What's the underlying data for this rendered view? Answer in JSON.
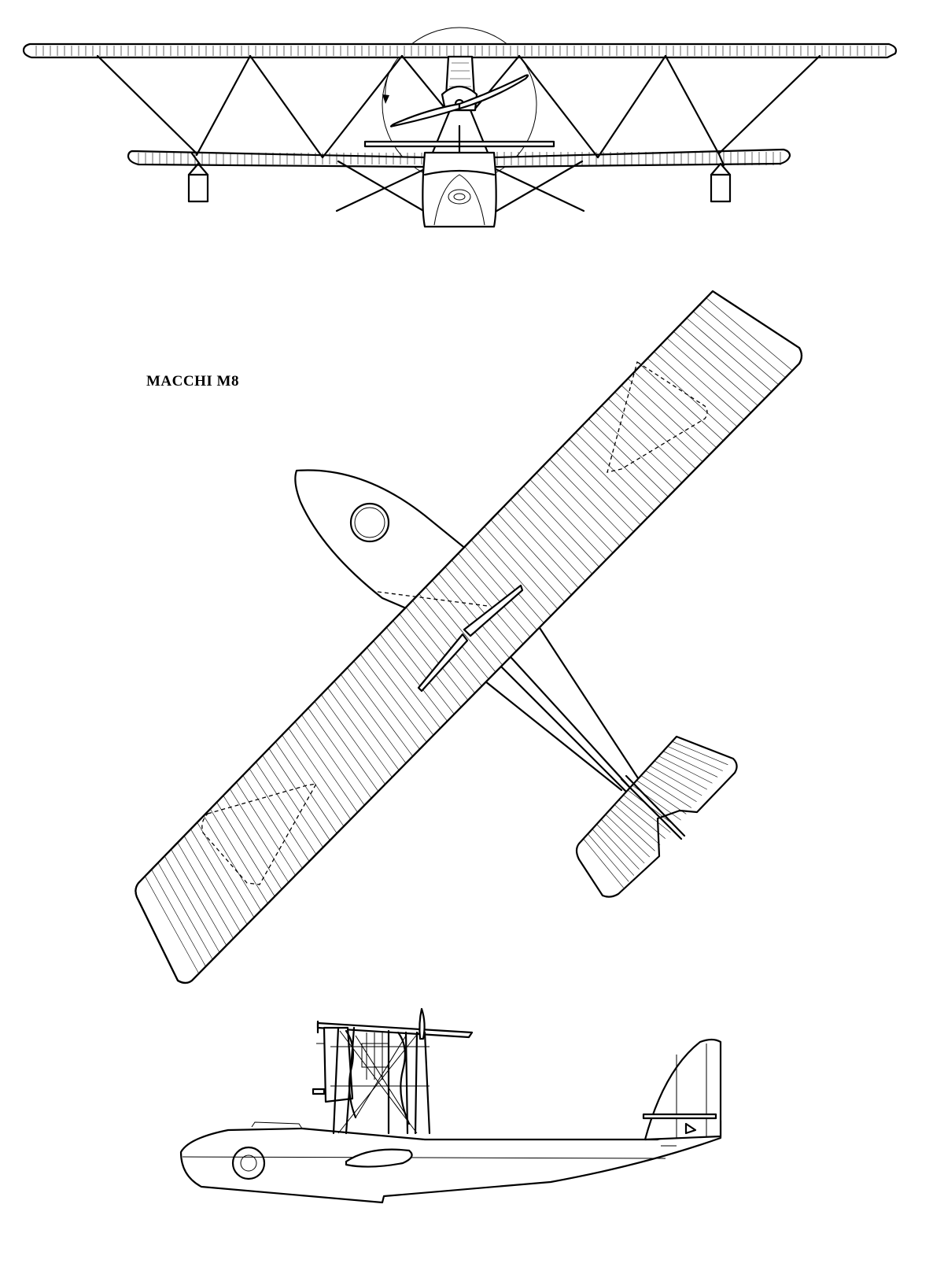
{
  "title": "MACCHI M8",
  "views": [
    "front-view",
    "top-view",
    "side-view"
  ]
}
